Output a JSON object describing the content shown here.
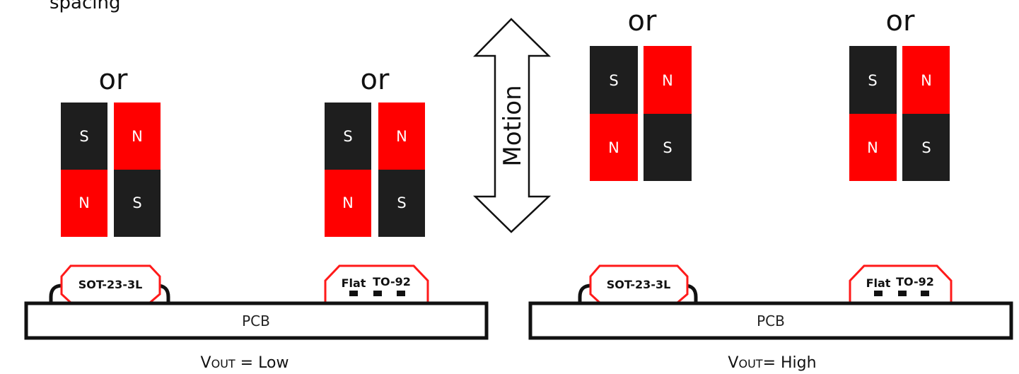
{
  "heading_fragment": "spacing",
  "or_label": "or",
  "magnets": [
    {
      "top_left": "S",
      "top_right": "N",
      "bottom_left": "N",
      "bottom_right": "S"
    },
    {
      "top_left": "S",
      "top_right": "N",
      "bottom_left": "N",
      "bottom_right": "S"
    },
    {
      "top_left": "S",
      "top_right": "N",
      "bottom_left": "N",
      "bottom_right": "S"
    },
    {
      "top_left": "S",
      "top_right": "N",
      "bottom_left": "N",
      "bottom_right": "S"
    }
  ],
  "motion_label": "Motion",
  "packages": {
    "sot": "SOT-23-3L",
    "to92_word1": "Flat",
    "to92_word2": "TO-92"
  },
  "pcb_label": "PCB",
  "outputs": {
    "left": {
      "prefix": "V",
      "sub": "OUT",
      "value": " = Low"
    },
    "right": {
      "prefix": "V",
      "sub": "OUT",
      "value": "= High"
    }
  },
  "colors": {
    "north": "#ff0000",
    "south": "#1e1e1e",
    "outline": "#ff1a1a",
    "ink": "#111111"
  }
}
